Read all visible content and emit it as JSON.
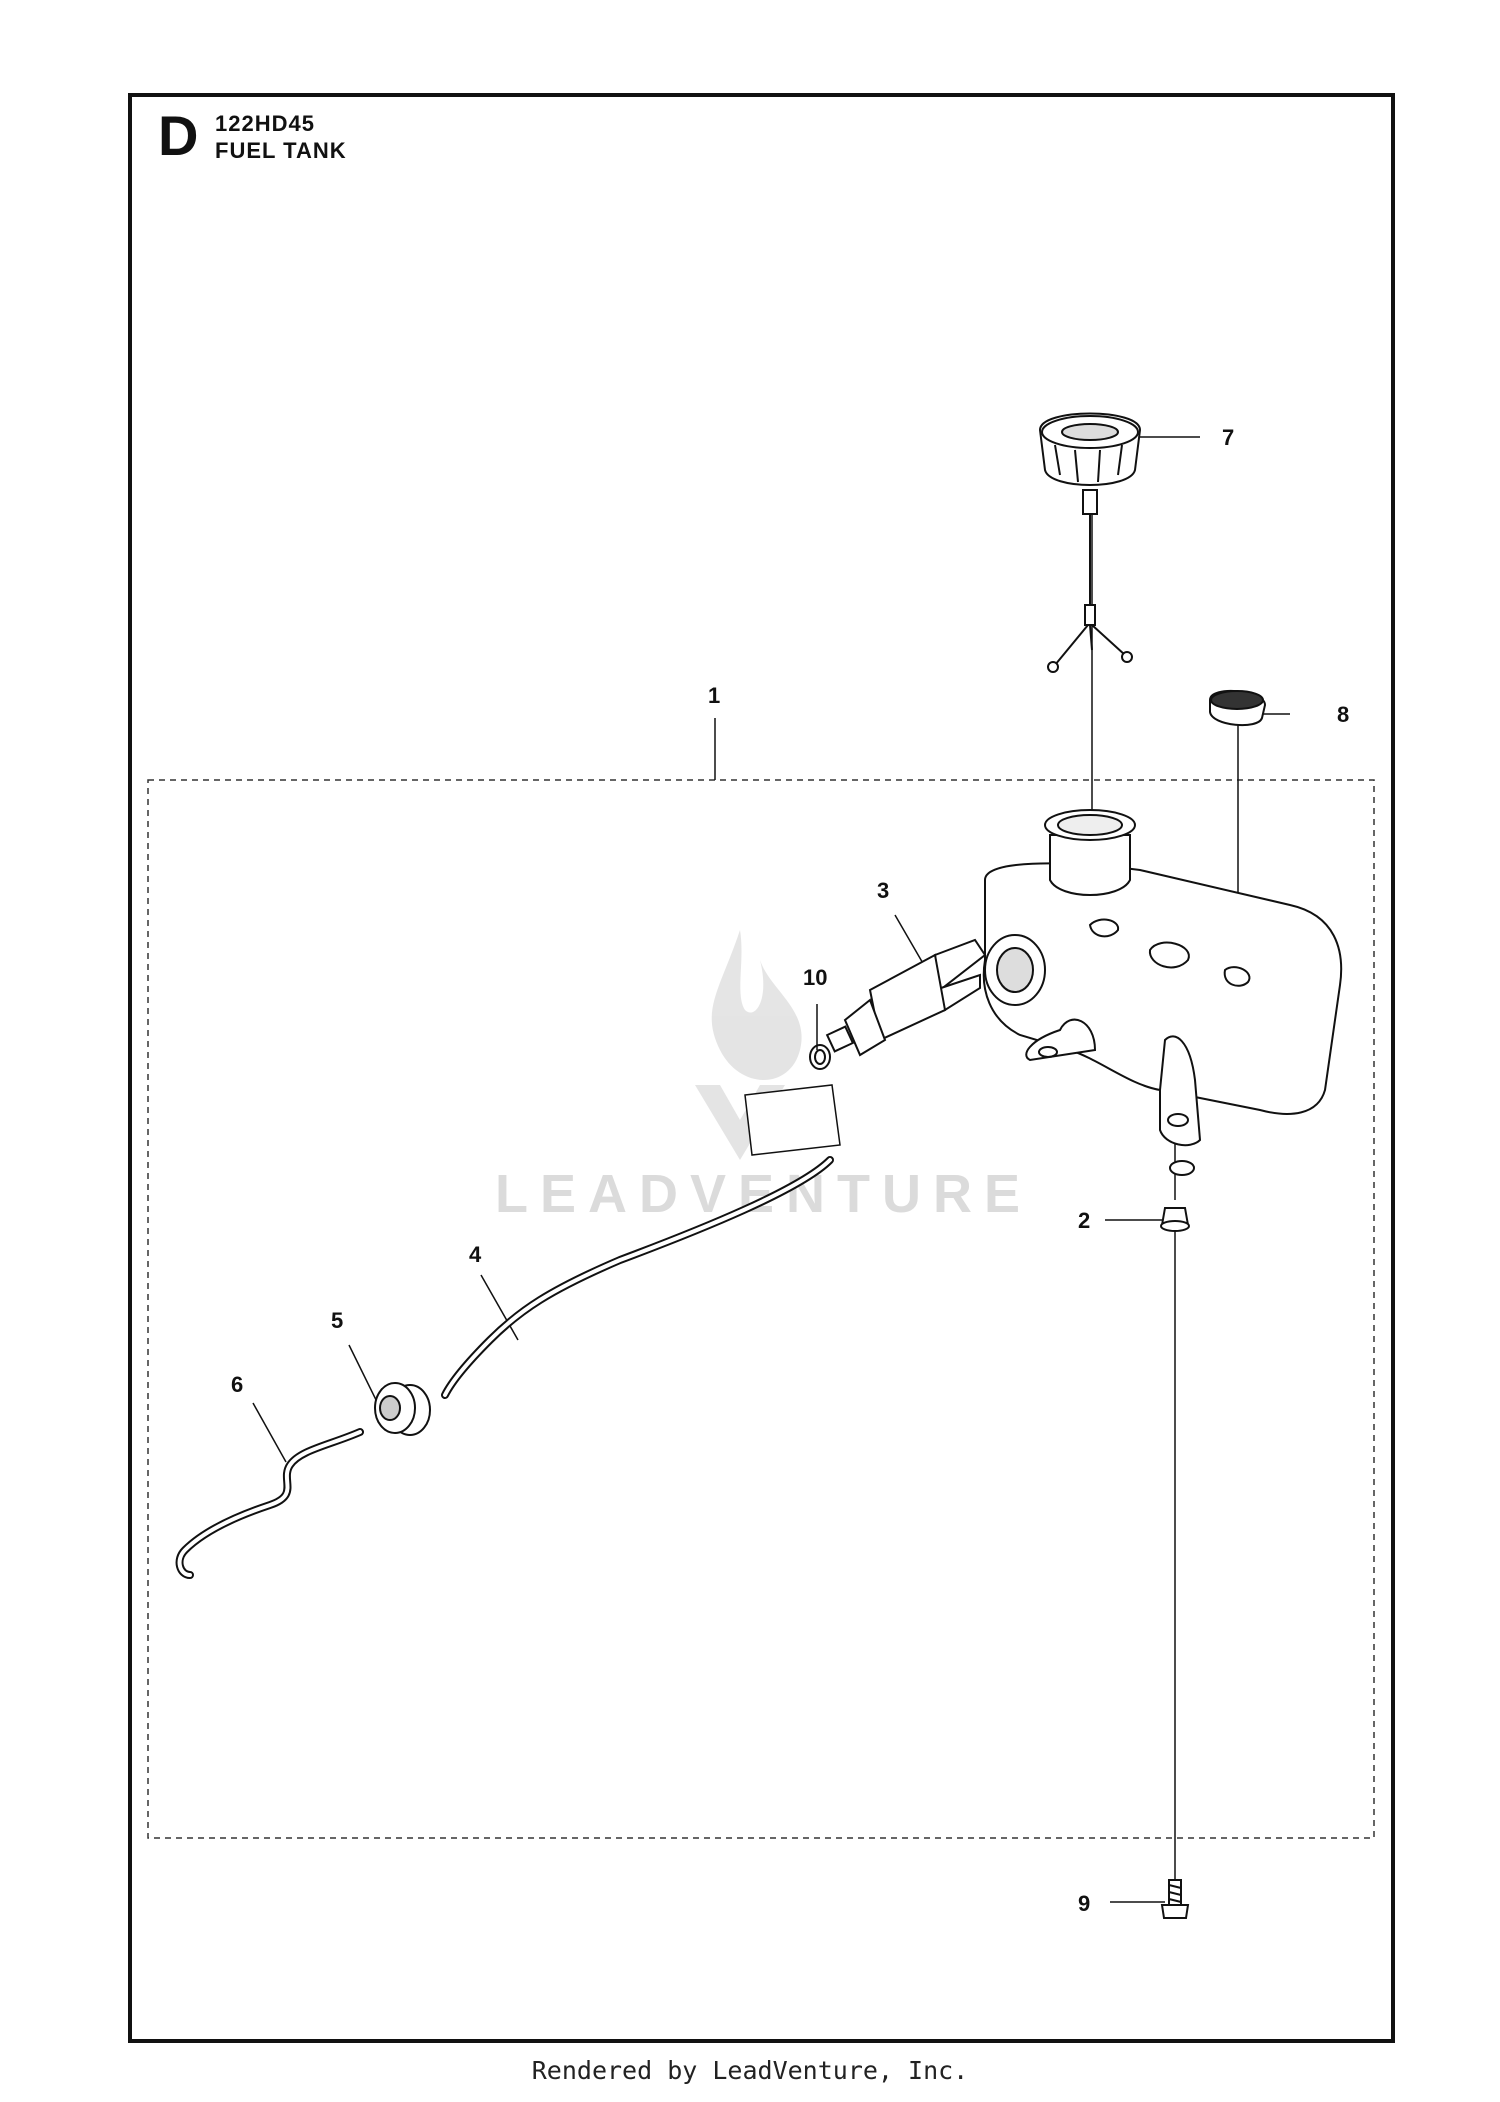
{
  "header": {
    "section_letter": "D",
    "model_code": "122HD45",
    "title": "FUEL TANK"
  },
  "watermark": {
    "text": "LEADVENTURE"
  },
  "callouts": {
    "c1": "1",
    "c2": "2",
    "c3": "3",
    "c4": "4",
    "c5": "5",
    "c6": "6",
    "c7": "7",
    "c8": "8",
    "c9": "9",
    "c10": "10"
  },
  "footer": {
    "text": "Rendered by LeadVenture, Inc."
  }
}
